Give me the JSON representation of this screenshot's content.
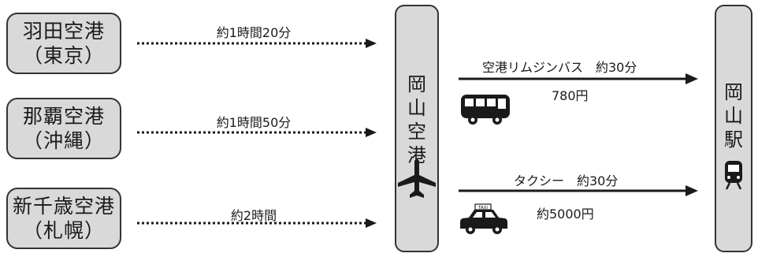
{
  "origins": [
    {
      "name": "羽田空港",
      "region": "（東京）",
      "duration": "約1時間20分"
    },
    {
      "name": "那覇空港",
      "region": "（沖縄）",
      "duration": "約1時間50分"
    },
    {
      "name": "新千歳空港",
      "region": "（札幌）",
      "duration": "約2時間"
    }
  ],
  "hub": {
    "chars": [
      "岡",
      "山",
      "空",
      "港"
    ],
    "icon": "airplane-icon"
  },
  "destination": {
    "chars": [
      "岡",
      "山",
      "駅"
    ],
    "icon": "train-icon"
  },
  "routes": [
    {
      "label": "空港リムジンバス　約30分",
      "price": "780円",
      "icon": "bus-icon"
    },
    {
      "label": "タクシー　約30分",
      "price": "約5000円",
      "icon": "taxi-icon",
      "sign": "TAXI"
    }
  ],
  "colors": {
    "box_fill": "#d9d9d9",
    "line": "#1a1a1a"
  }
}
